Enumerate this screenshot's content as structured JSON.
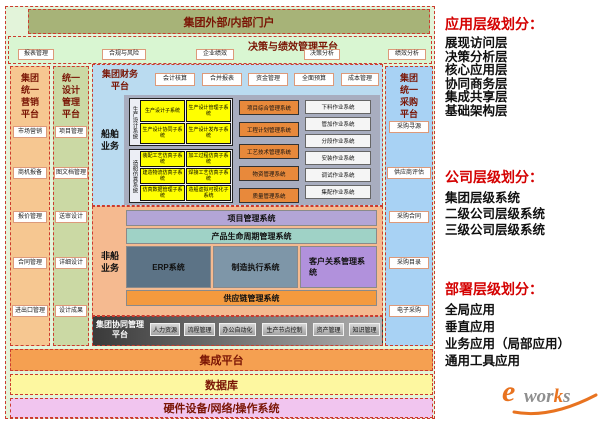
{
  "colors": {
    "topbar": "#a7b378",
    "green_band": "#d9f6d2",
    "marketing_col": "#f6c791",
    "design_col": "#cbd9a4",
    "blue_panel": "#badbf0",
    "gray_panel": "#a8adbf",
    "yellow_box": "#ffff00",
    "orange_box": "#e8893b",
    "salmon_panel": "#f5ba90",
    "purchase_col": "#a8d2f4",
    "integration": "#f5a051",
    "database": "#fdf7a0",
    "hardware": "#f1c5ef",
    "legend_red": "#d40000",
    "logo_orange": "#e87320",
    "maroon_title": "#7a1505"
  },
  "diagram": {
    "portal_title": "集团外部/内部门户",
    "decision": {
      "title": "决策与绩效管理平台",
      "items": [
        "报表管理",
        "合规与风险",
        "企业绩效",
        "决策分析",
        "绩效分析"
      ]
    },
    "marketing": {
      "title": "集团统一营销平台",
      "items": [
        "市场营销",
        "商机报备",
        "报价管理",
        "合同管理",
        "进出口管理"
      ]
    },
    "design": {
      "title": "统一设计管理平台",
      "items": [
        "项目管理",
        "图文档管理",
        "送审设计",
        "详细设计",
        "设计成果"
      ]
    },
    "finance": {
      "title": "集团财务平台",
      "items": [
        "会计核算",
        "合并报表",
        "资金管理",
        "全面预算",
        "成本管理"
      ]
    },
    "ship": {
      "label": "船舶业务",
      "production_design_group": {
        "label": "生产设计系统",
        "items": [
          "生产设计子系统",
          "生产设计管理子系统",
          "生产设计协同子系统",
          "生产设计发布子系统"
        ]
      },
      "simulation_group": {
        "label": "造船仿真系统",
        "items": [
          "装配工艺仿真子系统",
          "加工过程仿真子系统",
          "建造物流仿真子系统",
          "焊接工艺仿真子系统",
          "仿真数据管理子系统",
          "造船虚拟可视化子系统"
        ]
      },
      "management_systems": [
        "项目综合管理系统",
        "工程计划管理系统",
        "工艺技术管理系统",
        "物资管理系统",
        "质量管理系统"
      ],
      "operation_systems": [
        "下料作业系统",
        "管加作业系统",
        "分段作业系统",
        "安装作业系统",
        "调试作业系统",
        "集配作业系统"
      ]
    },
    "nonship": {
      "label": "非船业务",
      "pm_band": "项目管理系统",
      "plm_band": "产品生命周期管理系统",
      "erp": "ERP系统",
      "mes": "制造执行系统",
      "crm": "客户关系管理系统",
      "scm_band": "供应链管理系统"
    },
    "collab": {
      "title": "集团协同管理平台",
      "items": [
        "人力资源",
        "流程管理",
        "办公自动化",
        "生产节点控制",
        "资产管理",
        "知识管理"
      ]
    },
    "purchase": {
      "title": "集团统一采购平台",
      "items": [
        "采购寻源",
        "供应商评估",
        "采购合同",
        "采购目录",
        "电子采购"
      ]
    },
    "integration_title": "集成平台",
    "database_title": "数据库",
    "hardware_title": "硬件设备/网络/操作系统"
  },
  "legend": {
    "sections": [
      {
        "heading": "应用层级划分：",
        "items": [
          "展现访问层",
          "决策分析层",
          "核心应用层",
          "协同商务层",
          "集成共享层",
          "基础架构层"
        ]
      },
      {
        "heading": "公司层级划分：",
        "items": [
          "集团层级系统",
          "二级公司层级系统",
          "三级公司层级系统"
        ]
      },
      {
        "heading": "部署层级划分：",
        "items": [
          "全局应用",
          "垂直应用",
          "业务应用（局部应用）",
          "通用工具应用"
        ]
      }
    ]
  },
  "logo": {
    "e": "e",
    "wor": "wor",
    "k": "k",
    "s": "s"
  }
}
